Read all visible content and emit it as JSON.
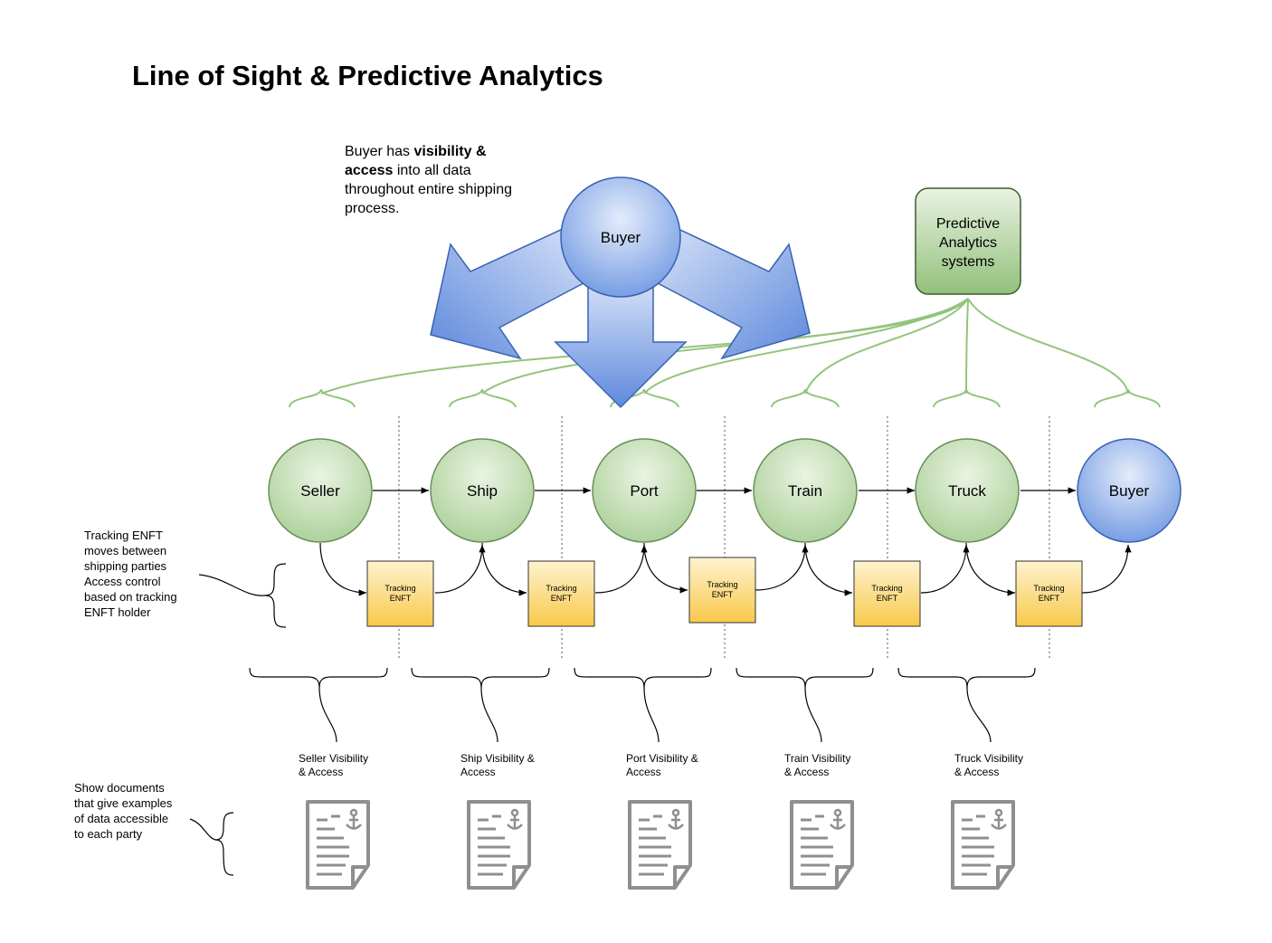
{
  "title": "Line of Sight & Predictive Analytics",
  "buyer_note": {
    "prefix": "Buyer has ",
    "bold": "visibility & access",
    "suffix": " into all data throughout entire shipping process."
  },
  "top_buyer_label": "Buyer",
  "predictive_label": [
    "Predictive",
    "Analytics",
    "systems"
  ],
  "parties": [
    "Seller",
    "Ship",
    "Port",
    "Train",
    "Truck",
    "Buyer"
  ],
  "tracking_label": [
    "Tracking",
    "ENFT"
  ],
  "tracking_note": "Tracking ENFT moves between shipping parties Access control based on tracking ENFT holder",
  "visibility_labels": [
    [
      "Seller Visibility",
      "& Access"
    ],
    [
      "Ship Visibility &",
      "Access"
    ],
    [
      "Port Visibility &",
      "Access"
    ],
    [
      "Train Visibility",
      "& Access"
    ],
    [
      "Truck Visibility",
      "& Access"
    ]
  ],
  "documents_note": "Show documents that give examples of data accessible to each party",
  "colors": {
    "green_fill": "#b8d8a8",
    "green_stroke": "#6a8f5a",
    "blue_fill": "#7da4e8",
    "blue_stroke": "#3a62b0",
    "tracking_fill": "#fbd26a",
    "tracking_stroke": "#333333",
    "analytics_line": "#93c47d",
    "doc_gray": "#8f8f8f"
  },
  "icons": [
    "document-anchor-icon"
  ]
}
